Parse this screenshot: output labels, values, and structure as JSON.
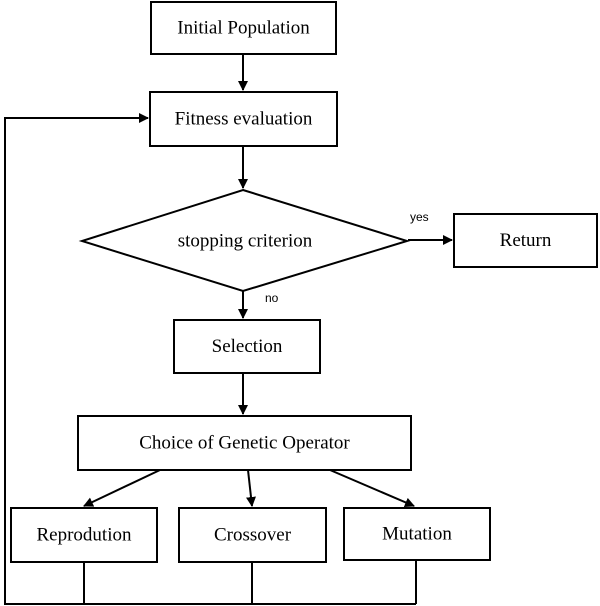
{
  "nodes": {
    "initial_population": "Initial Population",
    "fitness_evaluation": "Fitness evaluation",
    "stopping_criterion": "stopping criterion",
    "return": "Return",
    "selection": "Selection",
    "choice_of_operator": "Choice of Genetic Operator",
    "reproduction": "Reprodution",
    "crossover": "Crossover",
    "mutation": "Mutation"
  },
  "edge_labels": {
    "yes": "yes",
    "no": "no"
  },
  "colors": {
    "line": "#000000",
    "background": "#ffffff"
  }
}
